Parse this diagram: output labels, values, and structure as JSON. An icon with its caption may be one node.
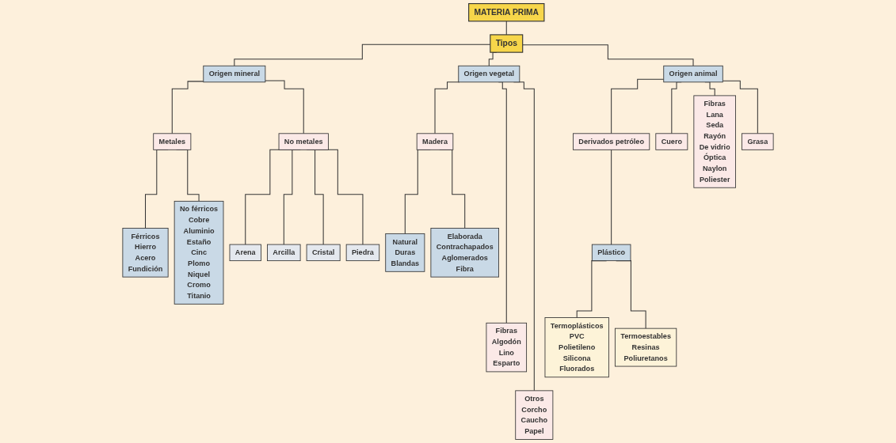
{
  "diagram": {
    "nodes": [
      {
        "text": [
          "MATERIA PRIMA"
        ]
      },
      {
        "text": [
          "Tipos"
        ]
      },
      {
        "text": [
          "Origen mineral"
        ]
      },
      {
        "text": [
          "Origen vegetal"
        ]
      },
      {
        "text": [
          "Origen animal"
        ]
      },
      {
        "text": [
          "Metales"
        ]
      },
      {
        "text": [
          "No metales"
        ]
      },
      {
        "text": [
          "Férricos",
          "Hierro",
          "Acero",
          "Fundición"
        ]
      },
      {
        "text": [
          "No férricos",
          "Cobre",
          "Aluminio",
          "Estaño",
          "Cinc",
          "Plomo",
          "Niquel",
          "Cromo",
          "Titanio"
        ]
      },
      {
        "text": [
          "Arena"
        ]
      },
      {
        "text": [
          "Arcilla"
        ]
      },
      {
        "text": [
          "Cristal"
        ]
      },
      {
        "text": [
          "Piedra"
        ]
      },
      {
        "text": [
          "Madera"
        ]
      },
      {
        "text": [
          "Natural",
          "Duras",
          "Blandas"
        ]
      },
      {
        "text": [
          "Elaborada",
          "Contrachapados",
          "Aglomerados",
          "Fibra"
        ]
      },
      {
        "text": [
          "Fibras",
          "Algodón",
          "Lino",
          "Esparto"
        ]
      },
      {
        "text": [
          "Otros",
          "Corcho",
          "Caucho",
          "Papel"
        ]
      },
      {
        "text": [
          "Derivados petróleo"
        ]
      },
      {
        "text": [
          "Cuero"
        ]
      },
      {
        "text": [
          "Fibras",
          "Lana",
          "Seda",
          "Rayón",
          "De vidrio",
          "Óptica",
          "Naylon",
          "Poliester"
        ]
      },
      {
        "text": [
          "Grasa"
        ]
      },
      {
        "text": [
          "Plástico"
        ]
      },
      {
        "text": [
          "Termoplásticos",
          "PVC",
          "Polietileno",
          "Silicona",
          "Fluorados"
        ]
      },
      {
        "text": [
          "Termoestables",
          "Resinas",
          "Poliuretanos"
        ]
      }
    ],
    "edges": [
      {
        "from": 0,
        "to": 1,
        "arrow": "none"
      },
      {
        "from": 1,
        "to": 2,
        "arrow": "none"
      },
      {
        "from": 1,
        "to": 3,
        "arrow": "none"
      },
      {
        "from": 1,
        "to": 4,
        "arrow": "none"
      },
      {
        "from": 2,
        "to": 5,
        "arrow": "none"
      },
      {
        "from": 2,
        "to": 6,
        "arrow": "none"
      },
      {
        "from": 5,
        "to": 7,
        "arrow": "none"
      },
      {
        "from": 5,
        "to": 8,
        "arrow": "none"
      },
      {
        "from": 6,
        "to": 9,
        "arrow": "none"
      },
      {
        "from": 6,
        "to": 10,
        "arrow": "none"
      },
      {
        "from": 6,
        "to": 11,
        "arrow": "none"
      },
      {
        "from": 6,
        "to": 12,
        "arrow": "none"
      },
      {
        "from": 3,
        "to": 13,
        "arrow": "none"
      },
      {
        "from": 13,
        "to": 14,
        "arrow": "none"
      },
      {
        "from": 13,
        "to": 15,
        "arrow": "none"
      },
      {
        "from": 3,
        "to": 16,
        "arrow": "none"
      },
      {
        "from": 3,
        "to": 17,
        "arrow": "none"
      },
      {
        "from": 4,
        "to": 18,
        "arrow": "none"
      },
      {
        "from": 4,
        "to": 19,
        "arrow": "none"
      },
      {
        "from": 4,
        "to": 20,
        "arrow": "none"
      },
      {
        "from": 4,
        "to": 21,
        "arrow": "none"
      },
      {
        "from": 18,
        "to": 22,
        "arrow": "none"
      },
      {
        "from": 22,
        "to": 23,
        "arrow": "none"
      },
      {
        "from": 22,
        "to": 24,
        "arrow": "none"
      }
    ]
  }
}
